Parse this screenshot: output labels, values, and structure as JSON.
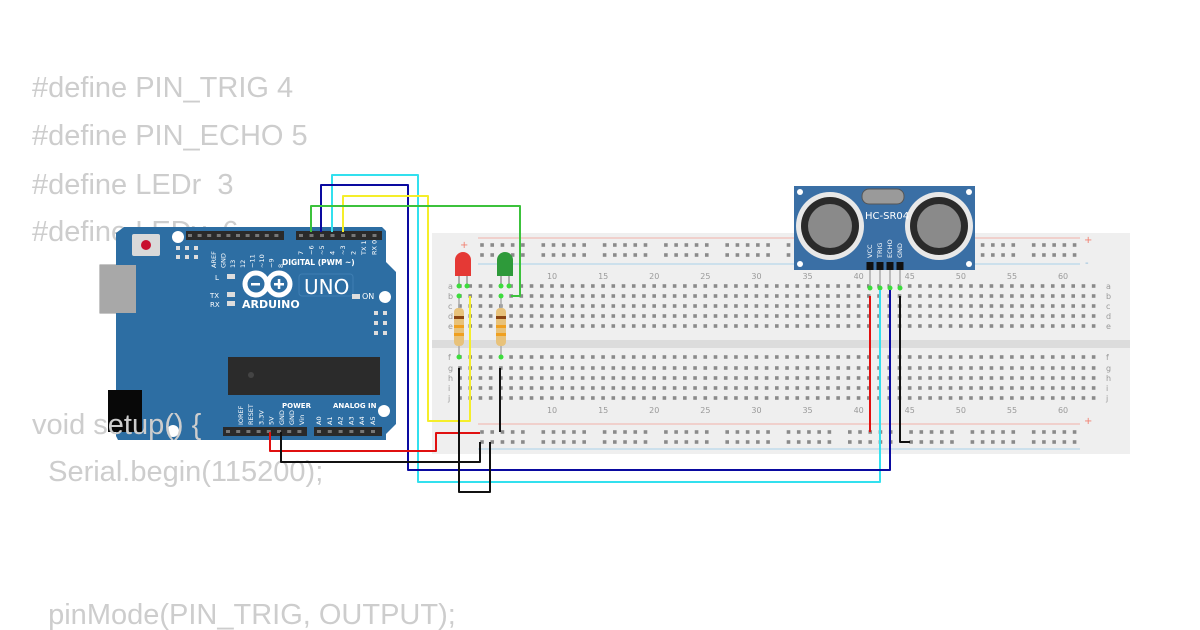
{
  "code": {
    "lines": [
      "#define PIN_TRIG 4",
      "#define PIN_ECHO 5",
      "#define LEDr  3",
      "#define LEDv  6",
      "void setup() {",
      "  Serial.begin(115200);",
      "  pinMode(PIN_TRIG, OUTPUT);"
    ]
  },
  "arduino": {
    "brand": "ARDUINO",
    "model": "UNO",
    "digital_label": "DIGITAL (PWM ~)",
    "on_label": "ON",
    "led_labels": [
      "L",
      "TX",
      "RX"
    ],
    "power_label": "POWER",
    "analog_label": "ANALOG IN",
    "top_pins_left": [
      "AREF",
      "GND",
      "13",
      "12",
      "~11",
      "~10",
      "~9",
      "8"
    ],
    "top_pins_right": [
      "7",
      "~6",
      "~5",
      "4",
      "~3",
      "2",
      "TX 1",
      "RX 0"
    ],
    "power_pins": [
      "IOREF",
      "RESET",
      "3.3V",
      "5V",
      "GND",
      "GND",
      "Vin"
    ],
    "analog_pins": [
      "A0",
      "A1",
      "A2",
      "A3",
      "A4",
      "A5"
    ],
    "color": "#2d6ea3"
  },
  "sensor": {
    "name": "HC-SR04",
    "pins": [
      "VCC",
      "TRIG",
      "ECHO",
      "GND"
    ],
    "color": "#3a6fa5"
  },
  "breadboard": {
    "row_letters_top": [
      "a",
      "b",
      "c",
      "d",
      "e"
    ],
    "row_letters_bottom": [
      "f",
      "g",
      "h",
      "i",
      "j"
    ],
    "column_numbers": [
      "10",
      "15",
      "20",
      "25",
      "30",
      "35",
      "40",
      "45",
      "50",
      "55",
      "60"
    ],
    "plus": "+",
    "minus": "-"
  },
  "leds": [
    {
      "color": "red",
      "hex": "#e53935"
    },
    {
      "color": "green",
      "hex": "#2e9a3a"
    }
  ],
  "wires": {
    "trig": "#33e0ee",
    "echo": "#0a0aa0",
    "led_red": "#f5ee2a",
    "led_green": "#3cc23c",
    "power": "#e01010",
    "ground": "#111111"
  }
}
